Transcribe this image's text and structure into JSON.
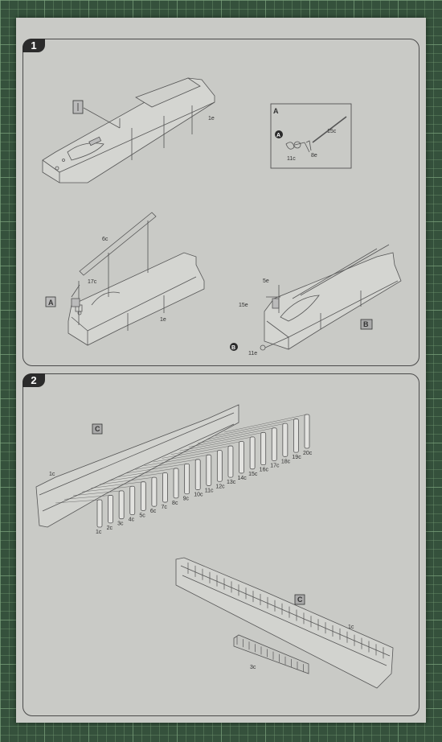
{
  "steps": [
    {
      "number": "1",
      "callouts": [
        "A",
        "B"
      ],
      "part_labels": {
        "top_hull": "1e",
        "inset_part_15": "15c",
        "inset_part_11": "11c",
        "inset_part_8": "8e",
        "mid_part_6": "6c",
        "mid_part_17": "17c",
        "mid_hull": "1e",
        "right_part_5": "5e",
        "right_part_15": "15e",
        "right_part_11": "11e"
      },
      "circle_markers": {
        "inset": "A",
        "bottom": "B"
      }
    },
    {
      "number": "2",
      "callouts": [
        "C",
        "C"
      ],
      "part_labels": {
        "hull": "1c",
        "lower_hull": "1c",
        "lower_part": "3c",
        "frames": [
          "1c",
          "2c",
          "3c",
          "4c",
          "5c",
          "6c",
          "7c",
          "8c",
          "9c",
          "10c",
          "11c",
          "12c",
          "13c",
          "14c",
          "15c",
          "16c",
          "17c",
          "18c",
          "19c",
          "20c"
        ]
      }
    }
  ]
}
